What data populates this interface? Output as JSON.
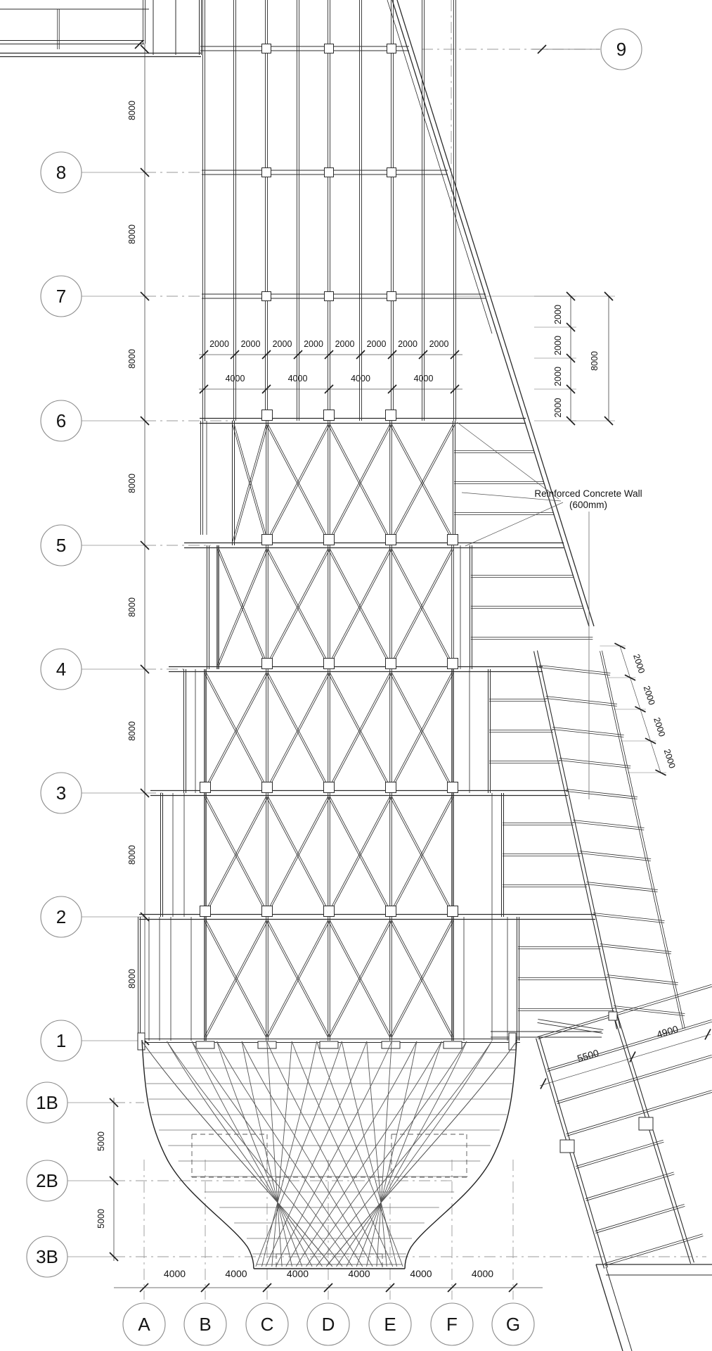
{
  "note": {
    "line1": "Reinforced Concrete Wall",
    "line2": "(600mm)"
  },
  "grid": {
    "rows": [
      "9",
      "8",
      "7",
      "6",
      "5",
      "4",
      "3",
      "2",
      "1"
    ],
    "rows_lower": [
      "1B",
      "2B",
      "3B"
    ],
    "cols": [
      "A",
      "B",
      "C",
      "D",
      "E",
      "F",
      "G"
    ]
  },
  "dims": {
    "left_story_heights": [
      "8000",
      "8000",
      "8000",
      "8000",
      "8000",
      "8000",
      "8000",
      "8000"
    ],
    "left_lower_heights": [
      "5000",
      "5000"
    ],
    "top_bays_2000": [
      "2000",
      "2000",
      "2000",
      "2000",
      "2000",
      "2000",
      "2000",
      "2000"
    ],
    "top_bays_4000": [
      "4000",
      "4000",
      "4000",
      "4000"
    ],
    "right_bays_2000": [
      "2000",
      "2000",
      "2000",
      "2000"
    ],
    "right_story_height": "8000",
    "sloped_bays_2000": [
      "2000",
      "2000",
      "2000",
      "2000"
    ],
    "bottom_bays_4000": [
      "4000",
      "4000",
      "4000",
      "4000",
      "4000",
      "4000"
    ],
    "ramp_bays": [
      "5500",
      "4900"
    ]
  }
}
